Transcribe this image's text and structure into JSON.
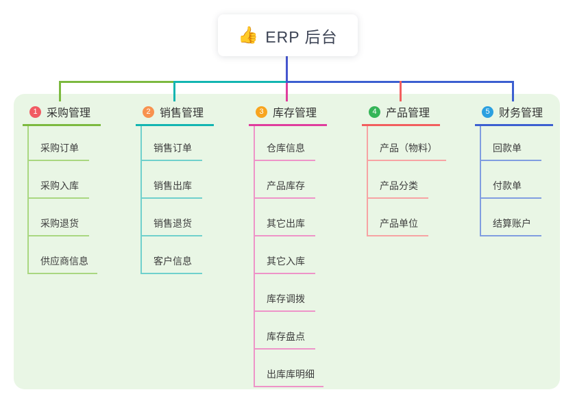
{
  "root": {
    "title": "ERP 后台",
    "emoji": "👍",
    "emoji_name": "thumbs-up"
  },
  "colors": {
    "root_connector": "#4656cf",
    "panel_bg": "#e9f6e5"
  },
  "branches": [
    {
      "num": "1",
      "label": "采购管理",
      "badge_color": "#f15b63",
      "line_color": "#7cb93f",
      "sub_line_color": "#a9d780",
      "items": [
        "采购订单",
        "采购入库",
        "采购退货",
        "供应商信息"
      ]
    },
    {
      "num": "2",
      "label": "销售管理",
      "badge_color": "#f8924f",
      "line_color": "#13b5b1",
      "sub_line_color": "#6fd0cc",
      "items": [
        "销售订单",
        "销售出库",
        "销售退货",
        "客户信息"
      ]
    },
    {
      "num": "3",
      "label": "库存管理",
      "badge_color": "#f8a41f",
      "line_color": "#df3d9d",
      "sub_line_color": "#ee93c8",
      "items": [
        "仓库信息",
        "产品库存",
        "其它出库",
        "其它入库",
        "库存调拨",
        "库存盘点",
        "出库库明细"
      ]
    },
    {
      "num": "4",
      "label": "产品管理",
      "badge_color": "#35b558",
      "line_color": "#f25e5e",
      "sub_line_color": "#f7a3a3",
      "items": [
        "产品（物料）",
        "产品分类",
        "产品单位"
      ]
    },
    {
      "num": "5",
      "label": "财务管理",
      "badge_color": "#2ba0e0",
      "line_color": "#3c5fd0",
      "sub_line_color": "#809de0",
      "items": [
        "回款单",
        "付款单",
        "结算账户"
      ]
    }
  ]
}
